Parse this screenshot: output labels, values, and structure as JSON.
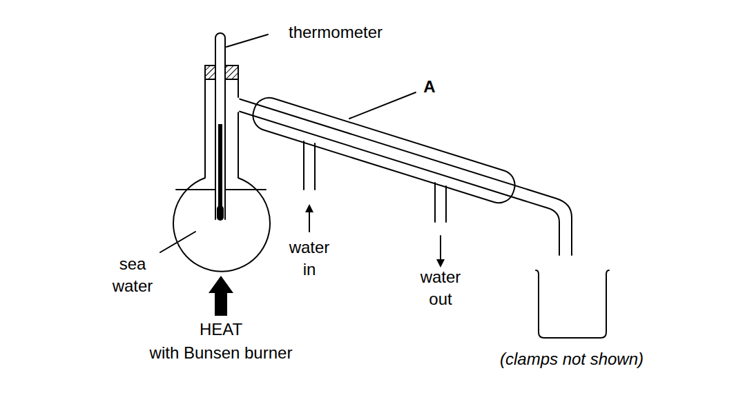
{
  "diagram": {
    "labels": [
      "thermometer",
      "A",
      "sea water",
      "water in",
      "water out",
      "HEAT",
      "with Bunsen burner",
      "(clamps not shown)"
    ]
  }
}
